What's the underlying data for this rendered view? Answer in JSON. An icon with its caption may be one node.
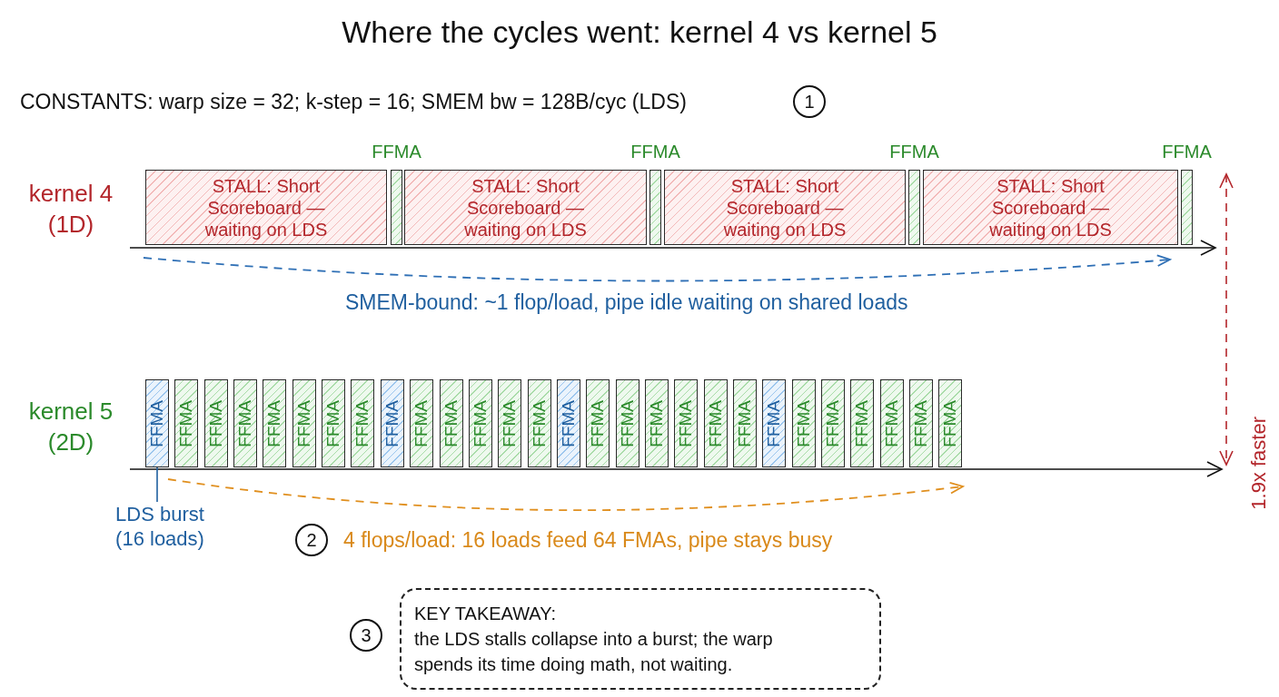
{
  "diagram": {
    "title": "Where the cycles went: kernel 4 vs kernel 5",
    "nodes": [
      {
        "text": [
          "STALL: Short Scoreboard — waiting on LDS"
        ]
      },
      {
        "text": [
          "FFMA"
        ]
      },
      {
        "text": [
          "STALL: Short Scoreboard — waiting on LDS"
        ]
      },
      {
        "text": [
          "FFMA"
        ]
      },
      {
        "text": [
          "STALL: Short Scoreboard — waiting on LDS"
        ]
      },
      {
        "text": [
          "FFMA"
        ]
      },
      {
        "text": [
          "STALL: Short Scoreboard — waiting on LDS"
        ]
      },
      {
        "text": [
          "FFMA"
        ]
      },
      {
        "text": [
          "FFMA"
        ]
      },
      {
        "text": [
          "FFMA"
        ]
      },
      {
        "text": [
          "FFMA"
        ]
      },
      {
        "text": [
          "FFMA"
        ]
      },
      {
        "text": [
          "FFMA"
        ]
      },
      {
        "text": [
          "FFMA"
        ]
      },
      {
        "text": [
          "FFMA"
        ]
      },
      {
        "text": [
          "FFMA"
        ]
      },
      {
        "text": [
          "FFMA"
        ]
      },
      {
        "text": [
          "FFMA"
        ]
      },
      {
        "text": [
          "FFMA"
        ]
      },
      {
        "text": [
          "FFMA"
        ]
      },
      {
        "text": [
          "FFMA"
        ]
      },
      {
        "text": [
          "FFMA"
        ]
      },
      {
        "text": [
          "FFMA"
        ]
      },
      {
        "text": [
          "FFMA"
        ]
      },
      {
        "text": [
          "FFMA"
        ]
      },
      {
        "text": [
          "FFMA"
        ]
      },
      {
        "text": [
          "FFMA"
        ]
      },
      {
        "text": [
          "FFMA"
        ]
      },
      {
        "text": [
          "FFMA"
        ]
      },
      {
        "text": [
          "FFMA"
        ]
      },
      {
        "text": [
          "FFMA"
        ]
      },
      {
        "text": [
          "FFMA"
        ]
      },
      {
        "text": [
          "FFMA"
        ]
      },
      {
        "text": [
          "FFMA"
        ]
      },
      {
        "text": [
          "FFMA"
        ]
      },
      {
        "text": [
          "FFMA"
        ]
      },
      {
        "text": [
          "LDS burst (16 loads)"
        ]
      },
      {
        "text": [
          "KEY TAKEAWAY:",
          "the LDS stalls collapse into a burst; the warp spends its time doing math, not waiting."
        ]
      }
    ],
    "edges": [
      {
        "from": 36,
        "to": 8,
        "arrow": "none"
      }
    ],
    "labels": [
      "CONSTANTS: warp size = 32; k-step = 16; SMEM bw = 128B/cyc (LDS)",
      "1",
      "kernel 4 (1D)",
      "SMEM-bound: ~1 flop/load, pipe idle waiting on shared loads",
      "1.9x faster",
      "kernel 5 (2D)",
      "2",
      "4 flops/load: 16 loads feed 64 FMAs, pipe stays busy",
      "3"
    ]
  }
}
